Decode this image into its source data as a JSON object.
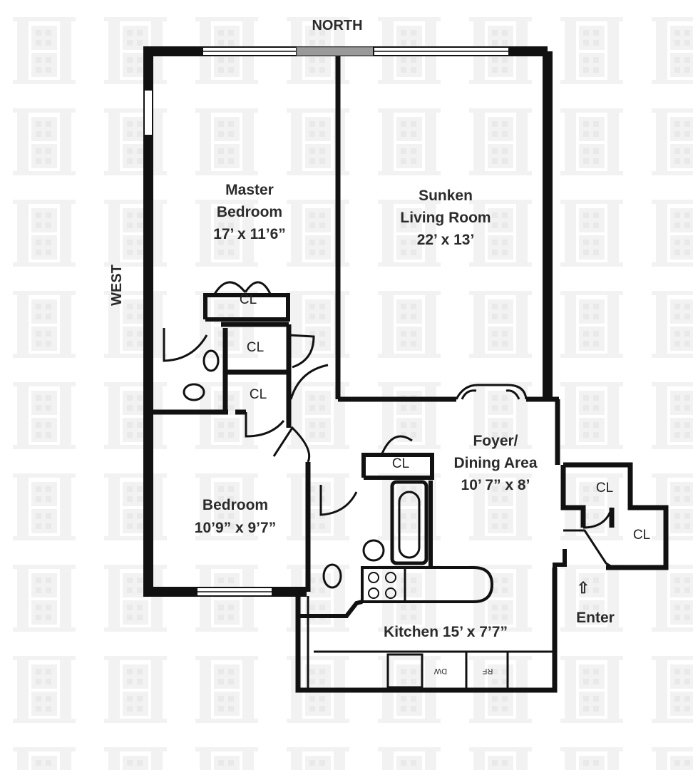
{
  "compass": {
    "north": "NORTH",
    "west": "WEST"
  },
  "rooms": [
    {
      "id": "master-bedroom",
      "name_line1": "Master",
      "name_line2": "Bedroom",
      "dims": "17’ x 11’6”"
    },
    {
      "id": "living-room",
      "name_line1": "Sunken",
      "name_line2": "Living Room",
      "dims": "22’ x 13’"
    },
    {
      "id": "bedroom",
      "name": "Bedroom",
      "dims": "10’9” x 9’7”"
    },
    {
      "id": "foyer-dining",
      "name_line1": "Foyer/",
      "name_line2": "Dining Area",
      "dims": "10’ 7” x 8’"
    },
    {
      "id": "kitchen",
      "label": "Kitchen 15’ x 7’7”"
    }
  ],
  "closets": [
    "CL",
    "CL",
    "CL",
    "CL",
    "CL",
    "CL"
  ],
  "appliances": {
    "dishwasher": "DW",
    "refrigerator": "RF"
  },
  "entrance": {
    "label": "Enter",
    "arrow": "⇧"
  },
  "colors": {
    "wall": "#111111",
    "text": "#2b2b2b",
    "watermark": "#f1f1f1",
    "background": "#ffffff"
  }
}
